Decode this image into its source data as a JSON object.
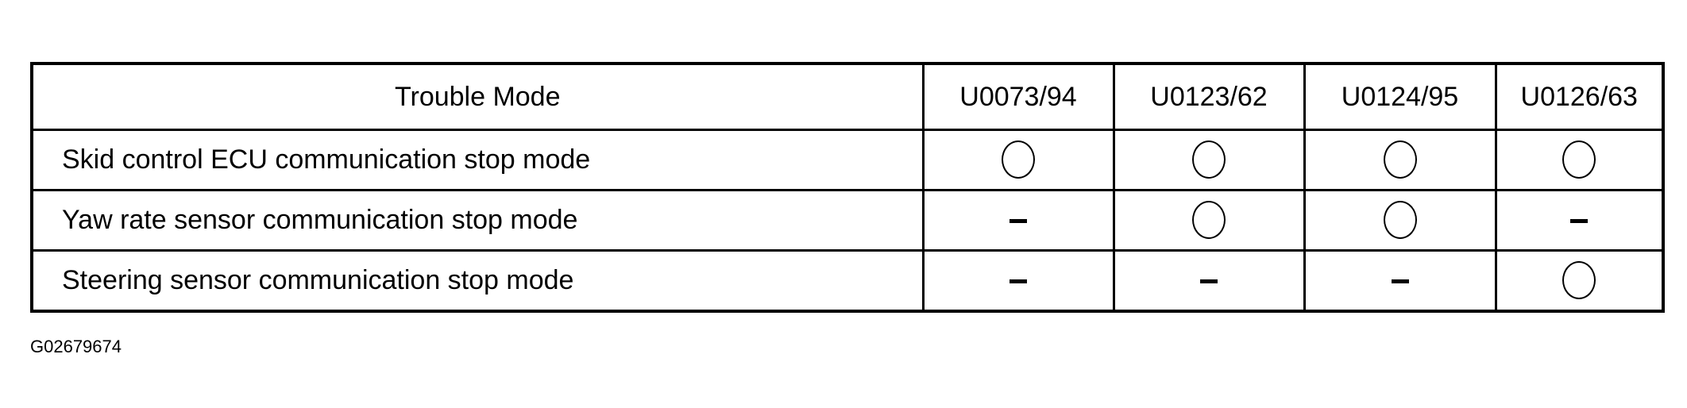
{
  "table": {
    "header": {
      "mode": "Trouble Mode",
      "codes": [
        "U0073/94",
        "U0123/62",
        "U0124/95",
        "U0126/63"
      ]
    },
    "rows": [
      {
        "mode": "Skid control ECU communication stop mode",
        "cells": [
          "circle",
          "circle",
          "circle",
          "circle"
        ]
      },
      {
        "mode": "Yaw rate sensor communication stop mode",
        "cells": [
          "dash",
          "circle",
          "circle",
          "dash"
        ]
      },
      {
        "mode": "Steering sensor communication stop mode",
        "cells": [
          "dash",
          "dash",
          "dash",
          "circle"
        ]
      }
    ]
  },
  "figure_id": "G02679674"
}
